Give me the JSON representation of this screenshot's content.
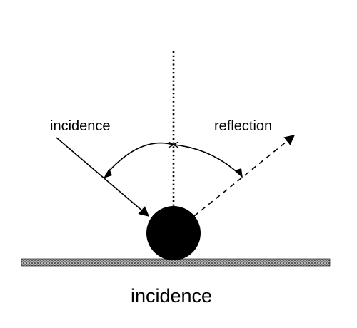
{
  "labels": {
    "incidence_ray": "incidence",
    "reflection_ray": "reflection",
    "caption": "incidence"
  },
  "colors": {
    "ink": "#000000",
    "surface_fill": "#8a8a8a",
    "background": "#ffffff"
  }
}
